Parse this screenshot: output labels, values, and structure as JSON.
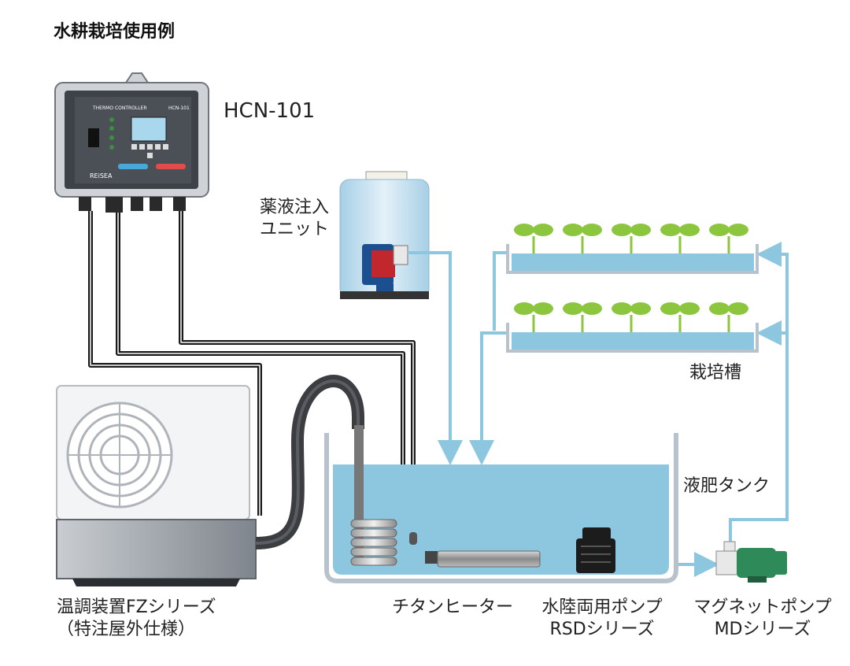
{
  "title": "水耕栽培使用例",
  "controller": {
    "model": "HCN-101",
    "panel_title": "THERMO CONTROLLER",
    "panel_model": "HCN-101",
    "brand": "REiSEA"
  },
  "labels": {
    "chemical_unit": [
      "薬液注入",
      "ユニット"
    ],
    "cultivation_tank": "栽培槽",
    "fertilizer_tank": "液肥タンク",
    "chiller": [
      "温調装置FZシリーズ",
      "（特注屋外仕様）"
    ],
    "heater": "チタンヒーター",
    "submersible_pump": [
      "水陸両用ポンプ",
      "RSDシリーズ"
    ],
    "magnet_pump": [
      "マグネットポンプ",
      "MDシリーズ"
    ]
  },
  "colors": {
    "water": "#8cc6df",
    "pipe": "#8cc6df",
    "tank_outline": "#b8c2cc",
    "leaf": "#8cc63f",
    "cable": "#1a1a1a",
    "pump_blue": "#1b4f8f",
    "pump_green": "#2f8a5a"
  }
}
